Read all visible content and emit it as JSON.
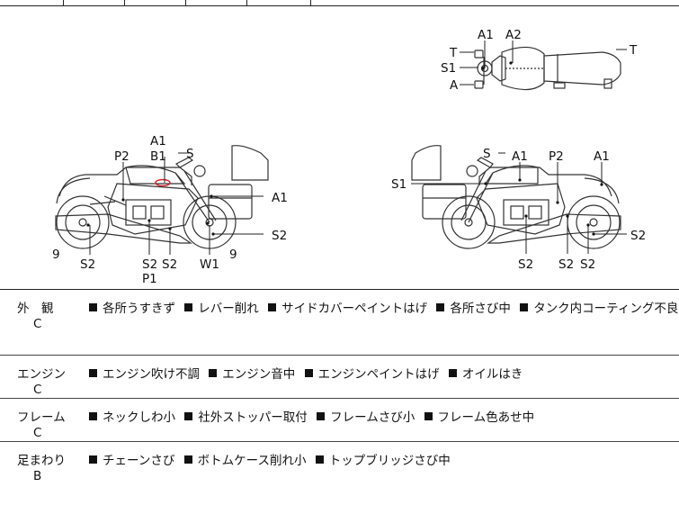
{
  "diagram": {
    "labels": {
      "top_A1": "A1",
      "top_A2": "A2",
      "top_T_left": "T",
      "top_S1": "S1",
      "top_A": "A",
      "top_T_right": "T",
      "left_A1": "A1",
      "left_B1": "B1",
      "left_S": "S",
      "left_P2": "P2",
      "left_A1_tank": "A1",
      "left_S2_rear": "S2",
      "left_S2_right": "S2",
      "left_9_left": "9",
      "left_S2_a": "S2",
      "left_S2_b": "S2",
      "left_P1": "P1",
      "left_W1": "W1",
      "left_9_right": "9",
      "right_S": "S",
      "right_A1_a": "A1",
      "right_P2": "P2",
      "right_A1_b": "A1",
      "right_S1": "S1",
      "right_S2_a": "S2",
      "right_S2_b": "S2",
      "right_S2_c": "S2",
      "right_S2_d": "S2"
    }
  },
  "rows": [
    {
      "category": "外　観",
      "grade": "C",
      "items": [
        "各所うすきず",
        "レバー削れ",
        "サイドカバーペイントはげ",
        "各所さび中",
        "タンク内コーティング不良"
      ]
    },
    {
      "category": "エンジン",
      "grade": "C",
      "items": [
        "エンジン吹け不調",
        "エンジン音中",
        "エンジンペイントはげ",
        "オイルはき"
      ]
    },
    {
      "category": "フレーム",
      "grade": "C",
      "items": [
        "ネックしわ小",
        "社外ストッパー取付",
        "フレームさび小",
        "フレーム色あせ中"
      ]
    },
    {
      "category": "足まわり",
      "grade": "B",
      "items": [
        "チェーンさび",
        "ボトムケース削れ小",
        "トップブリッジさび中"
      ]
    }
  ]
}
